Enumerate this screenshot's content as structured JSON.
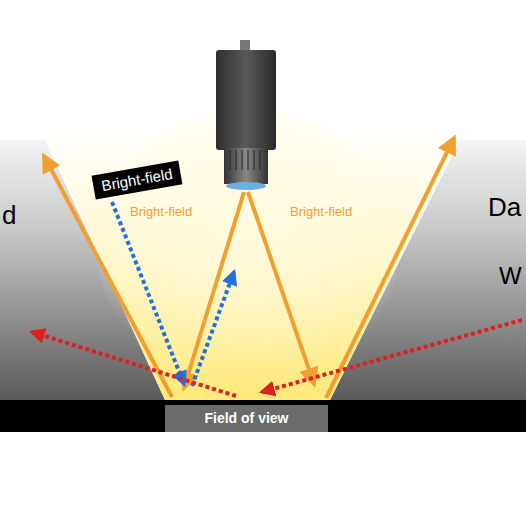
{
  "diagram": {
    "nodes": [
      {
        "text": [
          "Bright-field"
        ]
      },
      {
        "text": [
          "Field of view"
        ]
      }
    ],
    "labels": [
      "Bright-field",
      "Bright-field",
      "d",
      "Da",
      "W"
    ]
  }
}
